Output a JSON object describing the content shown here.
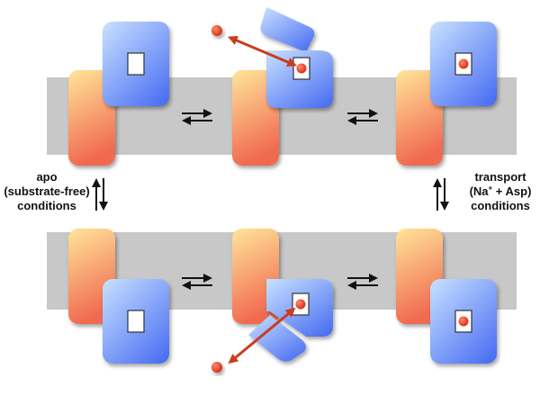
{
  "labels": {
    "left": [
      "apo",
      "(substrate-free)",
      "conditions"
    ],
    "right": [
      "transport",
      "(Na",
      "+",
      " + Asp)",
      "conditions"
    ]
  },
  "colors": {
    "membrane": "#c8c8c8",
    "scaffold_light": "#ffe59a",
    "scaffold_dark": "#f06a50",
    "transport_light": "#c3dcff",
    "transport_dark": "#4a6ef2",
    "substrate": "#d92a14",
    "arrow_red": "#cc3b1f",
    "arrow_black": "#111111"
  },
  "diagram": {
    "states": [
      {
        "row": "top",
        "column": 1,
        "domain": "outward-facing",
        "gate": "closed",
        "substrate": false,
        "release": false
      },
      {
        "row": "top",
        "column": 2,
        "domain": "outward-facing",
        "gate": "open",
        "substrate": true,
        "release": true
      },
      {
        "row": "top",
        "column": 3,
        "domain": "outward-facing",
        "gate": "closed",
        "substrate": true,
        "release": false
      },
      {
        "row": "bottom",
        "column": 1,
        "domain": "inward-facing",
        "gate": "closed",
        "substrate": false,
        "release": false
      },
      {
        "row": "bottom",
        "column": 2,
        "domain": "inward-facing",
        "gate": "open",
        "substrate": true,
        "release": true
      },
      {
        "row": "bottom",
        "column": 3,
        "domain": "inward-facing",
        "gate": "closed",
        "substrate": true,
        "release": false
      }
    ],
    "equilibria": [
      {
        "between": [
          "top-1",
          "top-2"
        ]
      },
      {
        "between": [
          "top-2",
          "top-3"
        ]
      },
      {
        "between": [
          "bottom-1",
          "bottom-2"
        ]
      },
      {
        "between": [
          "bottom-2",
          "bottom-3"
        ]
      },
      {
        "between": [
          "top-1",
          "bottom-1"
        ]
      },
      {
        "between": [
          "top-3",
          "bottom-3"
        ]
      }
    ]
  }
}
